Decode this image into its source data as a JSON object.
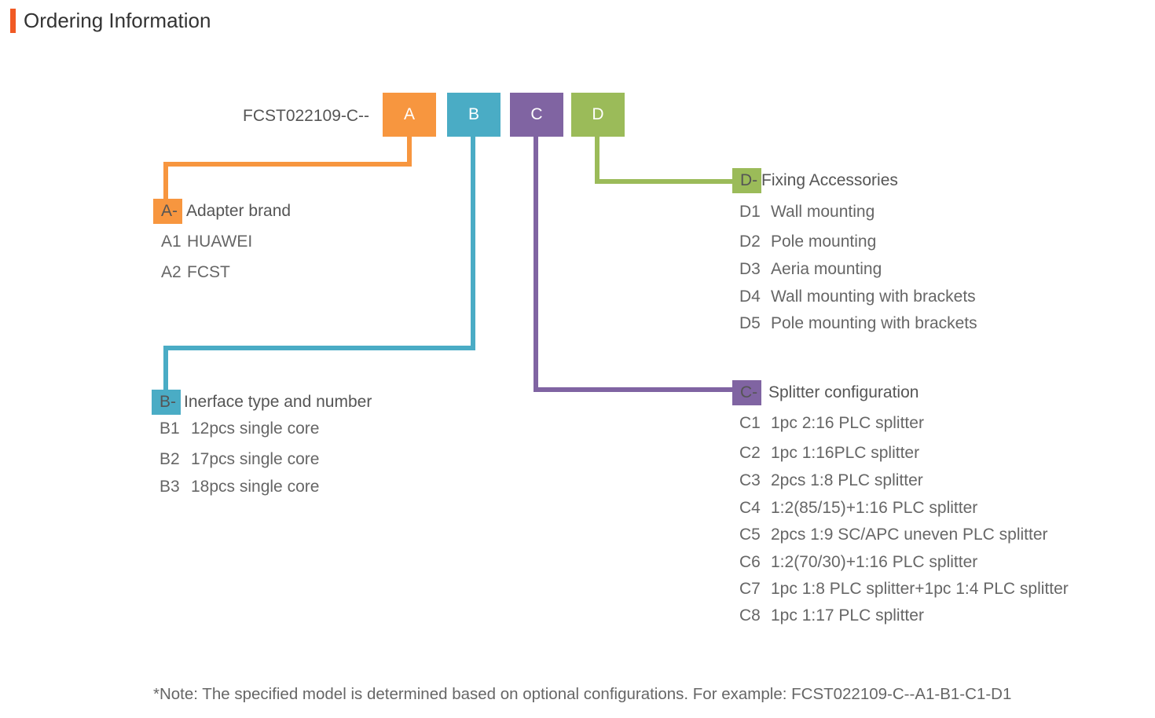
{
  "title": "Ordering Information",
  "model_prefix": "FCST022109-C--",
  "colors": {
    "title_accent": "#f15a24",
    "A": "#f7963f",
    "B": "#4aacc5",
    "C": "#8064a2",
    "D": "#9bbb59"
  },
  "boxes": [
    "A",
    "B",
    "C",
    "D"
  ],
  "sections": {
    "A": {
      "marker": "A-",
      "title": "Adapter brand",
      "options": [
        {
          "code": "A1",
          "text": "HUAWEI"
        },
        {
          "code": "A2",
          "text": "FCST"
        }
      ]
    },
    "B": {
      "marker": "B-",
      "title": "Inerface type and number",
      "options": [
        {
          "code": "B1",
          "text": "12pcs single core"
        },
        {
          "code": "B2",
          "text": "17pcs single core"
        },
        {
          "code": "B3",
          "text": "18pcs single core"
        }
      ]
    },
    "C": {
      "marker": "C-",
      "title": "Splitter configuration",
      "options": [
        {
          "code": "C1",
          "text": "1pc 2:16 PLC splitter"
        },
        {
          "code": "C2",
          "text": "1pc 1:16PLC splitter"
        },
        {
          "code": "C3",
          "text": "2pcs 1:8 PLC splitter"
        },
        {
          "code": "C4",
          "text": "1:2(85/15)+1:16 PLC splitter"
        },
        {
          "code": "C5",
          "text": "2pcs 1:9 SC/APC uneven PLC splitter"
        },
        {
          "code": "C6",
          "text": "1:2(70/30)+1:16 PLC splitter"
        },
        {
          "code": "C7",
          "text": "1pc 1:8 PLC splitter+1pc 1:4 PLC splitter"
        },
        {
          "code": "C8",
          "text": "1pc 1:17 PLC splitter"
        }
      ]
    },
    "D": {
      "marker": "D-",
      "title": "Fixing Accessories",
      "options": [
        {
          "code": "D1",
          "text": "Wall mounting"
        },
        {
          "code": "D2",
          "text": "Pole mounting"
        },
        {
          "code": "D3",
          "text": "Aeria mounting"
        },
        {
          "code": "D4",
          "text": "Wall mounting with brackets"
        },
        {
          "code": "D5",
          "text": "Pole mounting with brackets"
        }
      ]
    }
  },
  "note": "*Note: The specified model is determined based on optional configurations. For example: FCST022109-C--A1-B1-C1-D1"
}
